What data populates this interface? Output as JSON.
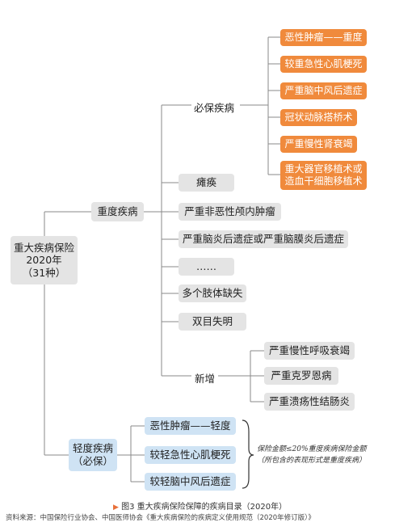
{
  "root": {
    "line1": "重大疾病保险",
    "line2": "2020年",
    "line3": "（31种）"
  },
  "severe": {
    "label": "重度疾病",
    "must": {
      "label": "必保疾病",
      "items": [
        "恶性肿瘤——重度",
        "较重急性心肌梗死",
        "严重脑中风后遗症",
        "冠状动脉搭桥术",
        "严重慢性肾衰竭",
        "重大器官移植术或",
        "造血干细胞移植术"
      ]
    },
    "others": [
      "瘫痪",
      "严重非恶性颅内肿瘤",
      "严重脑炎后遗症或严重脑膜炎后遗症",
      "……",
      "多个肢体缺失",
      "双目失明"
    ],
    "new": {
      "label": "新增",
      "items": [
        "严重慢性呼吸衰竭",
        "严重克罗恩病",
        "严重溃疡性结肠炎"
      ]
    }
  },
  "mild": {
    "line1": "轻度疾病",
    "line2": "（必保）",
    "items": [
      "恶性肿瘤——轻度",
      "较轻急性心肌梗死",
      "较轻脑中风后遗症"
    ],
    "note": {
      "line1": "保险金额≤20%重度疾病保险金额",
      "line2": "（所包含的表现形式是重度疾病）"
    }
  },
  "caption": {
    "marker": "▶",
    "text": "图3  重大疾病保险保障的疾病目录（2020年）"
  },
  "source": "资料来源：中国保险行业协会、中国医师协会《重大疾病保险的疾病定义使用规范（2020年修订版）》",
  "colors": {
    "orange": "#f08a3c",
    "gray": "#e4e4e4",
    "blue": "#cfe3f4",
    "line": "#8a8a8a"
  }
}
